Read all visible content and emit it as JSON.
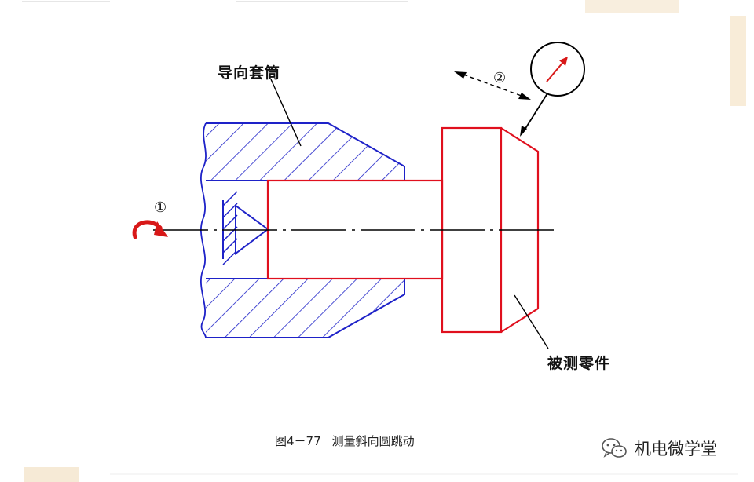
{
  "labels": {
    "guide_sleeve": "导向套筒",
    "measured_part": "被测零件",
    "motion_1": "①",
    "motion_2": "②"
  },
  "caption": {
    "figure": "图4－77",
    "title": "测量斜向圆跳动"
  },
  "watermark": {
    "text": "机电微学堂",
    "icon": "wechat-icon"
  },
  "colors": {
    "sleeve": "#1e22c8",
    "part": "#e0101e",
    "rotation_arrow": "#d81818",
    "lines": "#000000"
  }
}
